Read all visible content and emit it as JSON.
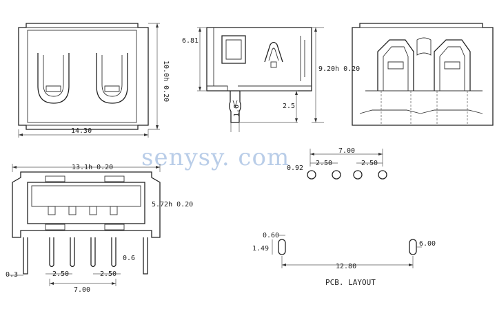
{
  "watermark": "senysy. com",
  "pcb_title": "PCB. LAYOUT",
  "dims": {
    "front_width": "14.30",
    "front_height": "10.0h 0.20",
    "side_top": "6.81",
    "side_height": "9.20h 0.20",
    "side_pin": "2.5",
    "side_pin_w": "1.6",
    "top_width": "13.1h 0.20",
    "top_depth": "5.72h 0.20",
    "pin_thick": "0.6",
    "pin_offset": "0.3",
    "pitch_left": "2.50",
    "pitch_right": "2.50",
    "pin_span": "7.00",
    "pcb_span": "7.00",
    "pcb_pitch_1": "2.50",
    "pcb_pitch_2": "2.50",
    "pcb_hole": "0.92",
    "slot_w": "0.60",
    "slot_h": "1.49",
    "slot_span": "12.80",
    "slot_right": "6.00"
  }
}
